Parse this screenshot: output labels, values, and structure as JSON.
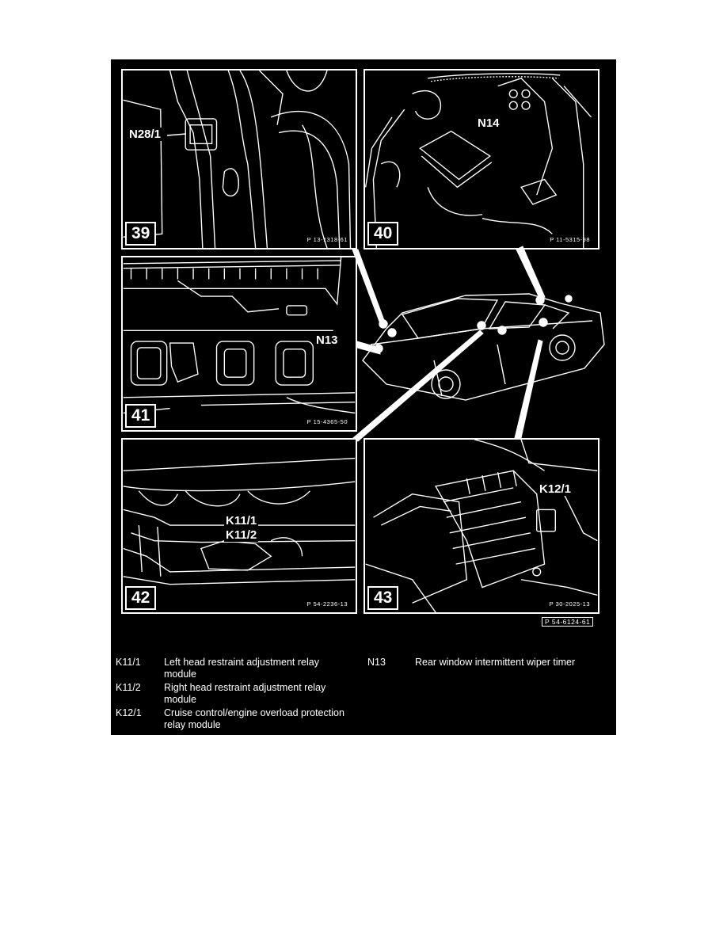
{
  "panels": [
    {
      "number": "39",
      "ref": "P 13-1318-61",
      "callouts": [
        "N28/1"
      ]
    },
    {
      "number": "40",
      "ref": "P 11-5315-98",
      "callouts": [
        "N14"
      ]
    },
    {
      "number": "41",
      "ref": "P 15-4365-50",
      "callouts": [
        "N13"
      ]
    },
    {
      "number": "42",
      "ref": "P 54-2236-13",
      "callouts": [
        "K11/1",
        "K11/2"
      ]
    },
    {
      "number": "43",
      "ref": "P 30-2025-13",
      "callouts": [
        "K12/1"
      ]
    }
  ],
  "figure_ref": "P 54-6124-61",
  "legend": [
    {
      "code": "K11/1",
      "desc": "Left head restraint adjustment relay module"
    },
    {
      "code": "K11/2",
      "desc": "Right head restraint adjustment relay module"
    },
    {
      "code": "K12/1",
      "desc": "Cruise control/engine overload protection relay module"
    },
    {
      "code": "N13",
      "desc": "Rear window intermittent wiper timer"
    }
  ],
  "colors": {
    "background": "#000000",
    "line": "#ffffff",
    "page": "#ffffff"
  }
}
